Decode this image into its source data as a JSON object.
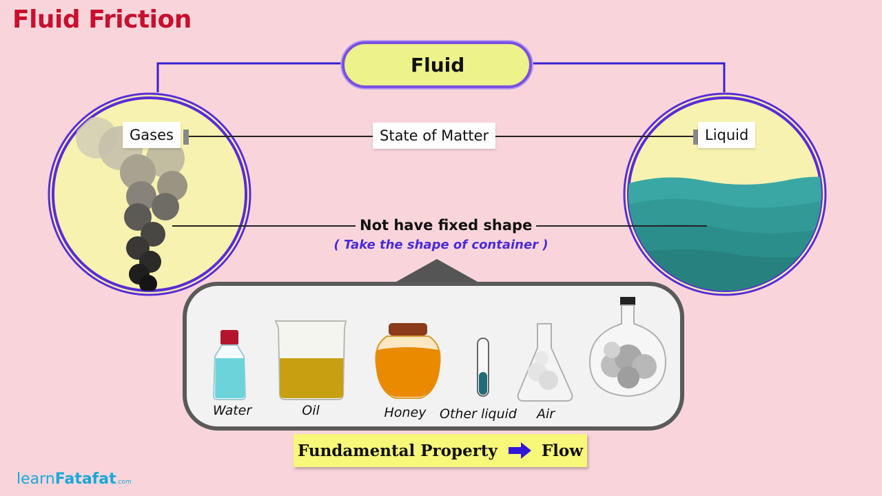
{
  "title": "Fluid Friction",
  "center_label": "Fluid",
  "state_of_matter": "State of Matter",
  "left_circle": {
    "label": "Gases"
  },
  "right_circle": {
    "label": "Liquid"
  },
  "shape_property": "Not have fixed shape",
  "shape_note": "( Take the shape of container )",
  "examples": [
    "Water",
    "Oil",
    "Honey",
    "Other liquid",
    "Air"
  ],
  "fundamental": {
    "label": "Fundamental Property",
    "value": "Flow"
  },
  "brand": {
    "prefix": "learn",
    "main": "Fatafat",
    "suffix": ".com"
  },
  "colors": {
    "background": "#f9d5db",
    "title": "#c8102e",
    "circle_border": "#5b2bd8",
    "liquid": "#2f9c9a",
    "highlight": "#eef28a"
  }
}
